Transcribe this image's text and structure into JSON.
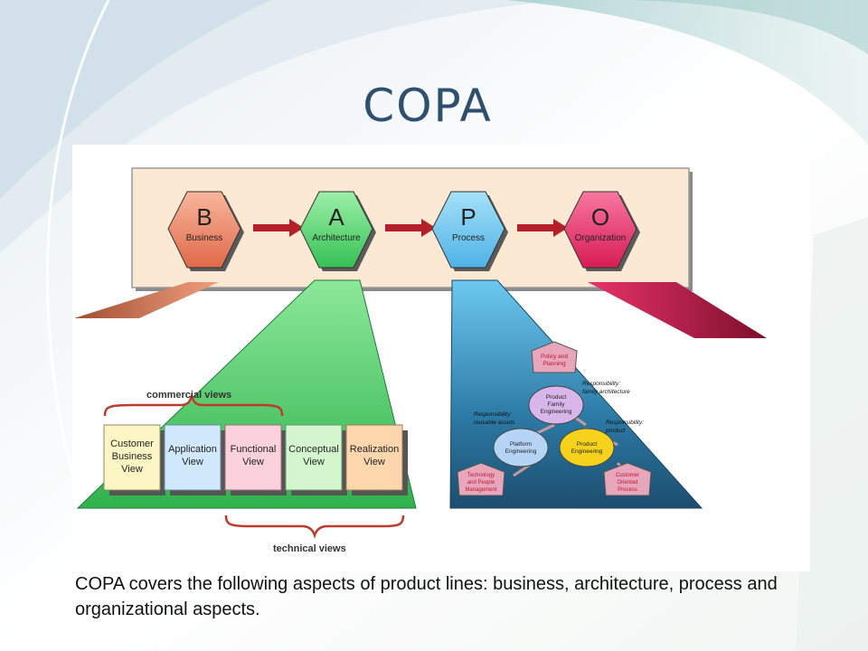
{
  "slide": {
    "title": "COPA",
    "caption": "COPA covers the following aspects of product lines: business, architecture, process and organizational aspects."
  },
  "colors": {
    "title": "#2f4f6f",
    "band_fill": "#fbe9d3",
    "business": "#f08a6a",
    "architecture": "#5fd07a",
    "process": "#6cc6ec",
    "organization": "#e8336a",
    "arrow": "#b3202a"
  },
  "hexagons": [
    {
      "letter": "B",
      "label": "Business"
    },
    {
      "letter": "A",
      "label": "Architecture"
    },
    {
      "letter": "P",
      "label": "Process"
    },
    {
      "letter": "O",
      "label": "Organization"
    }
  ],
  "views": {
    "commercial_label": "commercial views",
    "technical_label": "technical views",
    "cards": [
      {
        "lines": [
          "Customer",
          "Business",
          "View"
        ]
      },
      {
        "lines": [
          "Application",
          "View"
        ]
      },
      {
        "lines": [
          "Functional",
          "View"
        ]
      },
      {
        "lines": [
          "Conceptual",
          "View"
        ]
      },
      {
        "lines": [
          "Realization",
          "View"
        ]
      }
    ]
  },
  "process": {
    "pentagons": [
      {
        "lines": [
          "Policy and",
          "Planning"
        ]
      },
      {
        "lines": [
          "Technology",
          "and People",
          "Management"
        ]
      },
      {
        "lines": [
          "Customer",
          "Oriented",
          "Process"
        ]
      }
    ],
    "circles": [
      {
        "lines": [
          "Product",
          "Family",
          "Engineering"
        ]
      },
      {
        "lines": [
          "Platform",
          "Engineering"
        ]
      },
      {
        "lines": [
          "Product",
          "Engineering"
        ]
      }
    ],
    "responsibilities": [
      {
        "lines": [
          "Responsibility:",
          "family architecture"
        ]
      },
      {
        "lines": [
          "Responsibility:",
          "reusable assets"
        ]
      },
      {
        "lines": [
          "Responsibility:",
          "product"
        ]
      }
    ]
  }
}
